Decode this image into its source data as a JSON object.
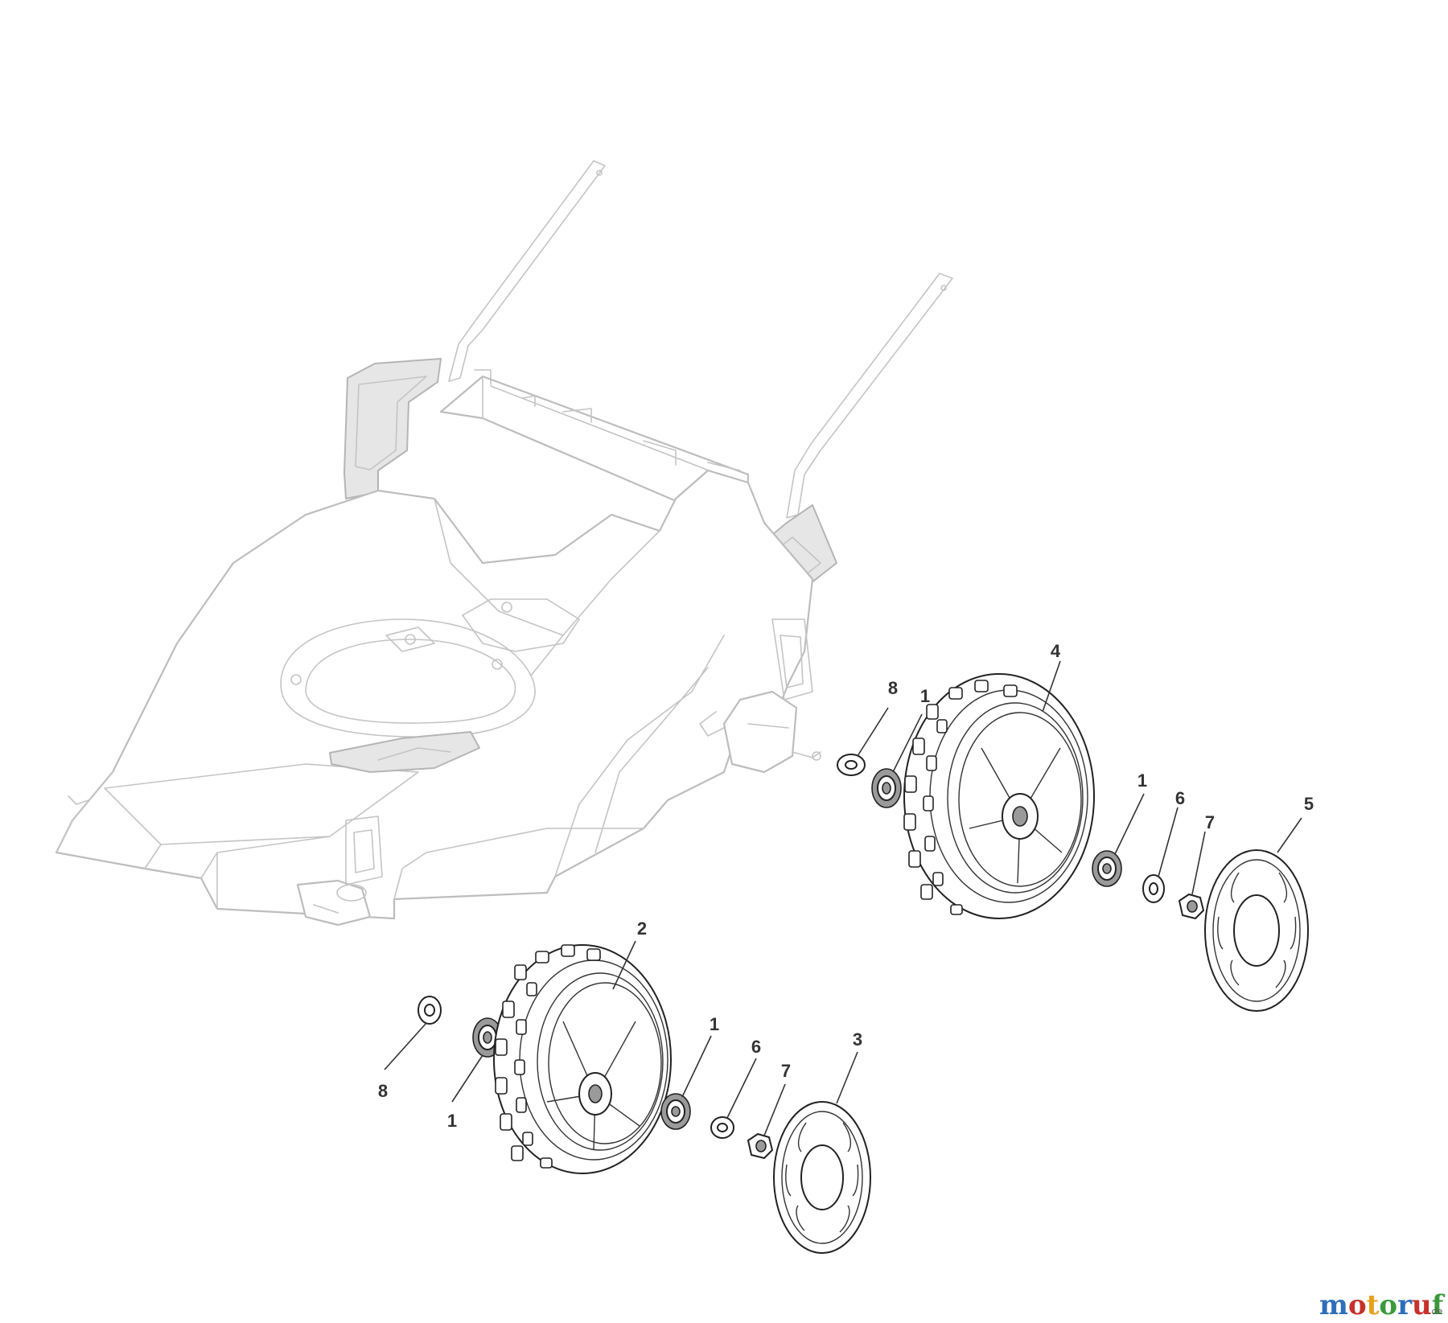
{
  "callouts": {
    "wheel_rear": "4",
    "wheel_front": "2",
    "hubcap_rear": "5",
    "hubcap_front": "3",
    "bearing_rear_inner": "1",
    "bearing_rear_outer": "1",
    "bearing_front_inner": "1",
    "bearing_front_outer": "1",
    "washer_rear_inner": "8",
    "washer_front_inner": "8",
    "washer_rear_outer": "6",
    "washer_front_outer": "6",
    "nut_rear": "7",
    "nut_front": "7"
  },
  "watermark": {
    "letters": [
      "m",
      "o",
      "t",
      "o",
      "r",
      "u",
      "f"
    ],
    "colors": [
      "#2e6fba",
      "#c8302c",
      "#e7a21a",
      "#3a9a3a",
      "#2e6fba",
      "#c8302c",
      "#3a9a3a"
    ],
    "suffix": ".de"
  }
}
